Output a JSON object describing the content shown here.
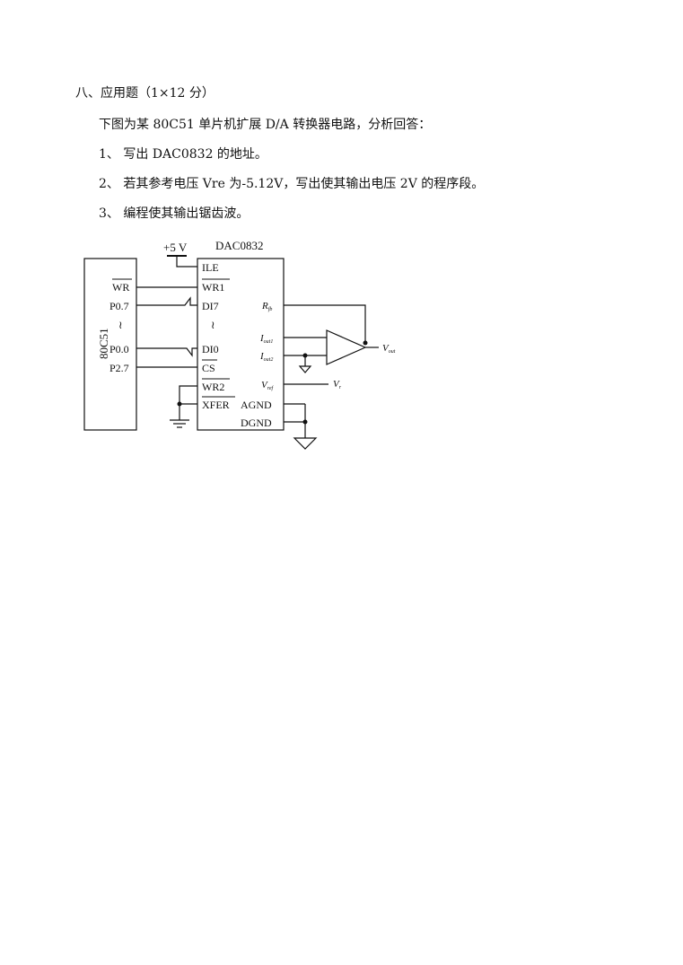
{
  "section": {
    "heading": "八、应用题（1×12 分）",
    "intro": "下图为某 80C51 单片机扩展 D/A 转换器电路，分析回答：",
    "questions": [
      "1、 写出 DAC0832 的地址。",
      "2、 若其参考电压 Vre 为-5.12V，写出使其输出电压 2V 的程序段。",
      "3、 编程使其输出锯齿波。"
    ]
  },
  "circuit": {
    "mcu": {
      "label": "80C51",
      "pins": {
        "wr": "WR",
        "p07": "P0.7",
        "dots": "≀",
        "p00": "P0.0",
        "p27": "P2.7"
      }
    },
    "dac": {
      "label": "DAC0832",
      "pins": {
        "ile": "ILE",
        "wr1": "WR1",
        "di7": "DI7",
        "dots": "≀",
        "di0": "DI0",
        "cs": "CS",
        "wr2": "WR2",
        "xfer": "XFER",
        "agnd": "AGND",
        "dgnd": "DGND"
      },
      "right_pins": {
        "rfb": "R",
        "rfb_sub": "fb",
        "iout1": "I",
        "iout1_sub": "out1",
        "iout2": "I",
        "iout2_sub": "out2",
        "vref": "V",
        "vref_sub": "ref"
      }
    },
    "supply": "+5 V",
    "vout": "V",
    "vout_sub": "out",
    "vr": "V",
    "vr_sub": "r"
  }
}
